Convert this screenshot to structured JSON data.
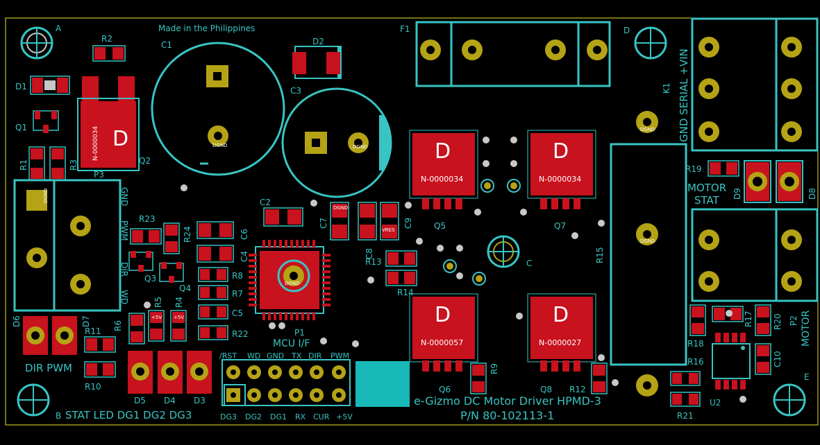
{
  "board": {
    "title": "e-Gizmo DC Motor Driver HPMD-3",
    "part_number": "P/N 80-102113-1",
    "origin": "Made in the Philippines"
  },
  "colors": {
    "background": "#000000",
    "silkscreen": "#39c4c4",
    "copper_pad": "#c8121e",
    "through_hole": "#b5a316",
    "outline": "#e6e62e",
    "via": "#c8c8c8"
  },
  "mounting_holes": {
    "a": "A",
    "b": "B",
    "c": "C",
    "d": "D",
    "e": "E"
  },
  "refs": {
    "r1": "R1",
    "r2": "R2",
    "r3": "R3",
    "r4": "R4",
    "r5": "R5",
    "r6": "R6",
    "r7": "R7",
    "r8": "R8",
    "r9": "R9",
    "r10": "R10",
    "r11": "R11",
    "r12": "R12",
    "r13": "R13",
    "r14": "R14",
    "r15": "R15",
    "r16": "R16",
    "r17": "R17",
    "r18": "R18",
    "r19": "R19",
    "r20": "R20",
    "r21": "R21",
    "r22": "R22",
    "r23": "R23",
    "r24": "R24",
    "c1": "C1",
    "c2": "C2",
    "c3": "C3",
    "c4": "C4",
    "c5": "C5",
    "c6": "C6",
    "c7": "C7",
    "c8": "C8",
    "c9": "C9",
    "c10": "C10",
    "d1": "D1",
    "d2": "D2",
    "d3": "D3",
    "d4": "D4",
    "d5": "D5",
    "d6": "D6",
    "d7": "D7",
    "d8": "D8",
    "d9": "D9",
    "q1": "Q1",
    "q2": "Q2",
    "q3": "Q3",
    "q4": "Q4",
    "q5": "Q5",
    "q6": "Q6",
    "q7": "Q7",
    "q8": "Q8",
    "p1": "P1",
    "p2": "P2",
    "p3": "P3",
    "u2": "U2",
    "k1": "K1",
    "f1": "F1"
  },
  "labels": {
    "gnd_serial_vin": "GND SERIAL +VIN",
    "motor_stat_1": "MOTOR",
    "motor_stat_2": "STAT",
    "motor_vertical": "MOTOR",
    "gnd_pwm_dir_wd": [
      "GND",
      "PWM",
      "DIR",
      "WD"
    ],
    "dir_pwm": "DIR PWM",
    "stat_led_dg": "STAT LED DG1 DG2 DG3",
    "mcu_if": "MCU I/F",
    "header_top": [
      "/RST",
      "WD",
      "GND",
      "TX",
      "DIR",
      "PWM"
    ],
    "header_bottom": [
      "DG3",
      "DG2",
      "DG1",
      "RX",
      "CUR",
      "+5V"
    ]
  },
  "part_values": {
    "q5": "N-0000034",
    "q7": "N-0000034",
    "q6": "N-0000057",
    "q8": "N-0000027",
    "q2": "N-0000034",
    "mosfet_marker": "D",
    "dgnd": "DGND",
    "vres": "VRES",
    "plus5v": "+5V"
  }
}
